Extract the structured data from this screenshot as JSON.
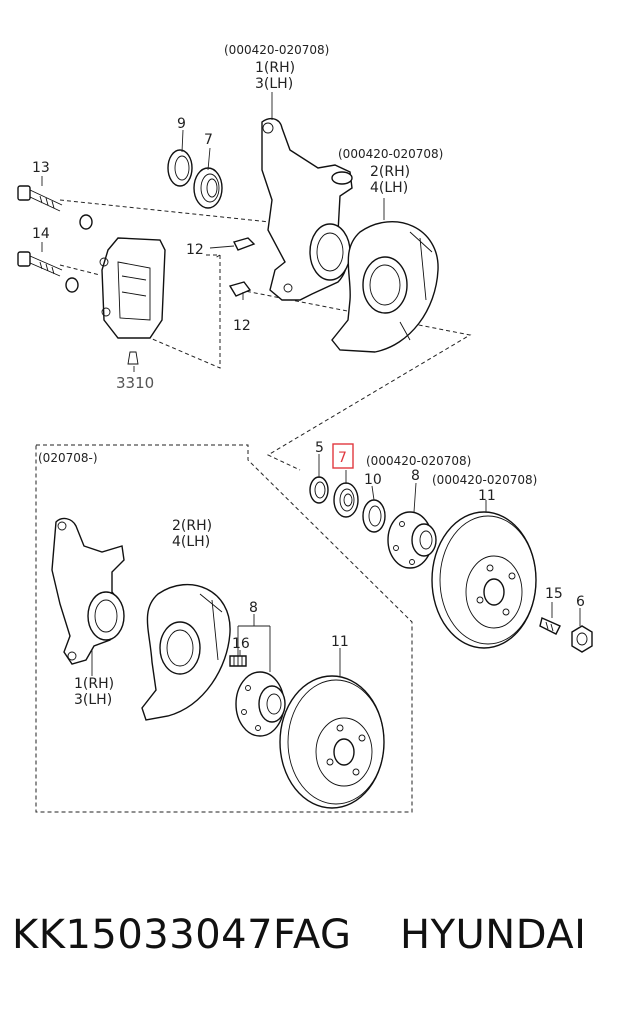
{
  "labels": {
    "top_date": "(000420-020708)",
    "top_rh": "1(RH)",
    "top_lh": "3(LH)",
    "n9": "9",
    "n7_top": "7",
    "n13": "13",
    "n14": "14",
    "n12_a": "12",
    "n12_b": "12",
    "caliper": "3310",
    "shield_date": "(000420-020708)",
    "shield_rh": "2(RH)",
    "shield_lh": "4(LH)",
    "box_date": "(020708-)",
    "n5": "5",
    "n7_hl": "7",
    "bearing_date": "(000420-020708)",
    "n10": "10",
    "n8_top": "8",
    "disc_date": "(000420-020708)",
    "n11_top": "11",
    "n15": "15",
    "n6": "6",
    "box_shield_rh": "2(RH)",
    "box_shield_lh": "4(LH)",
    "n8_box": "8",
    "n16": "16",
    "n11_box": "11",
    "box_rh": "1(RH)",
    "box_lh": "3(LH)"
  },
  "footer": {
    "part_number": "KK15033047FAG",
    "brand": "HYUNDAI"
  },
  "colors": {
    "highlight": "#e0383e",
    "ink": "#111111"
  }
}
